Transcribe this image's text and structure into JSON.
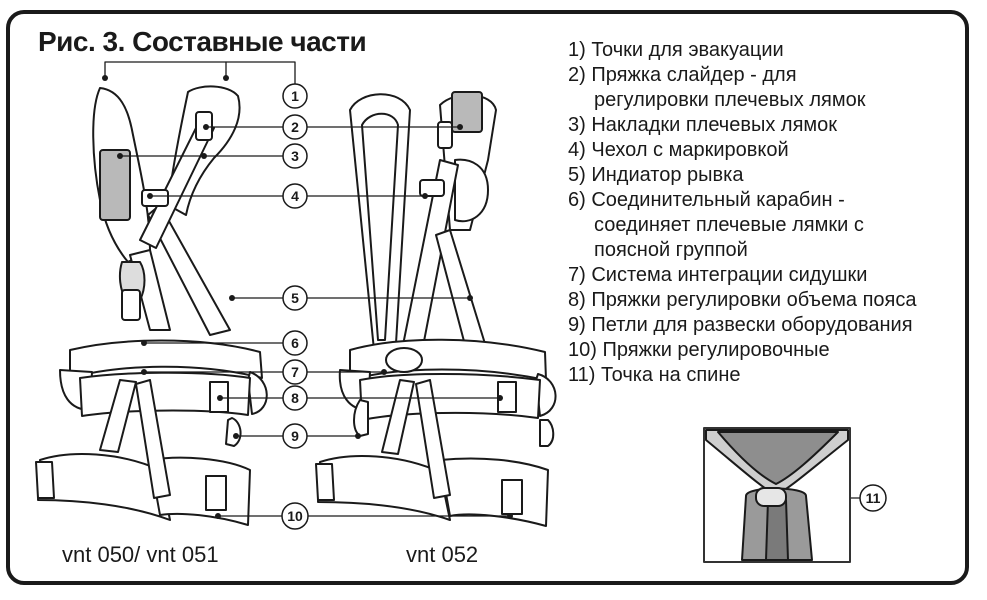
{
  "title": "Рис. 3. Составные части",
  "legend": [
    {
      "num": "1)",
      "text": "Точки для эвакуации"
    },
    {
      "num": "2)",
      "text": "Пряжка  слайдер - для",
      "cont": "регулировки плечевых лямок"
    },
    {
      "num": "3)",
      "text": "Накладки плечевых лямок"
    },
    {
      "num": "4)",
      "text": "Чехол с маркировкой"
    },
    {
      "num": "5)",
      "text": "Индиатор рывка"
    },
    {
      "num": "6)",
      "text": "Соединительный карабин -",
      "cont": "соединяет плечевые лямки с",
      "cont2": "поясной группой"
    },
    {
      "num": "7)",
      "text": "Система интеграции сидушки"
    },
    {
      "num": "8)",
      "text": "Пряжки регулировки объема пояса"
    },
    {
      "num": "9)",
      "text": "Петли для развески оборудования"
    },
    {
      "num": "10)",
      "text": "Пряжки регулировочные"
    },
    {
      "num": "11)",
      "text": "Точка на спине"
    }
  ],
  "callouts": [
    "1",
    "2",
    "3",
    "4",
    "5",
    "6",
    "7",
    "8",
    "9",
    "10",
    "11"
  ],
  "models": {
    "left": "vnt 050/ vnt 051",
    "right": "vnt 052"
  }
}
